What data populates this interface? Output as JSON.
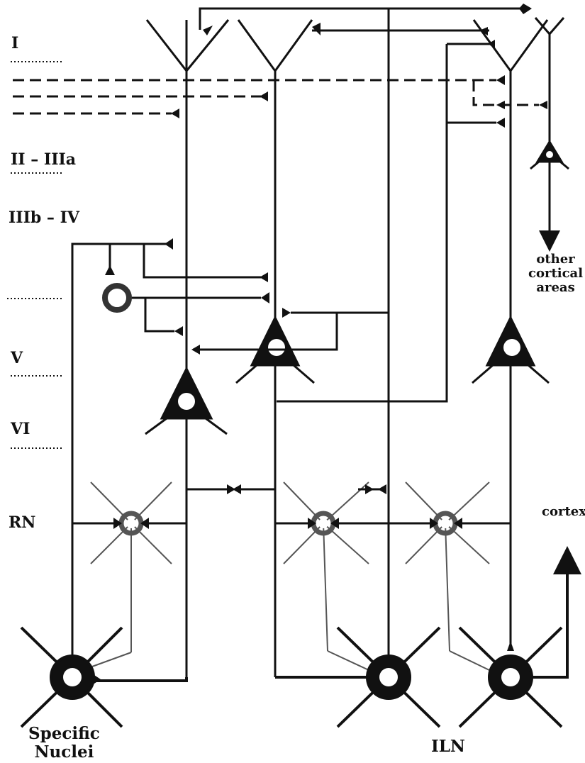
{
  "layers": {
    "l1": "I",
    "l2": "II – IIIa",
    "l3": "IIIb – IV",
    "l5": "V",
    "l6": "VI",
    "rn": "RN"
  },
  "labels": {
    "other_areas": "other\ncortical\nareas",
    "cortex": "cortex",
    "specific": "Specific\nNuclei",
    "iln": "ILN"
  },
  "colors": {
    "ink": "#111111",
    "gray": "#555555"
  }
}
